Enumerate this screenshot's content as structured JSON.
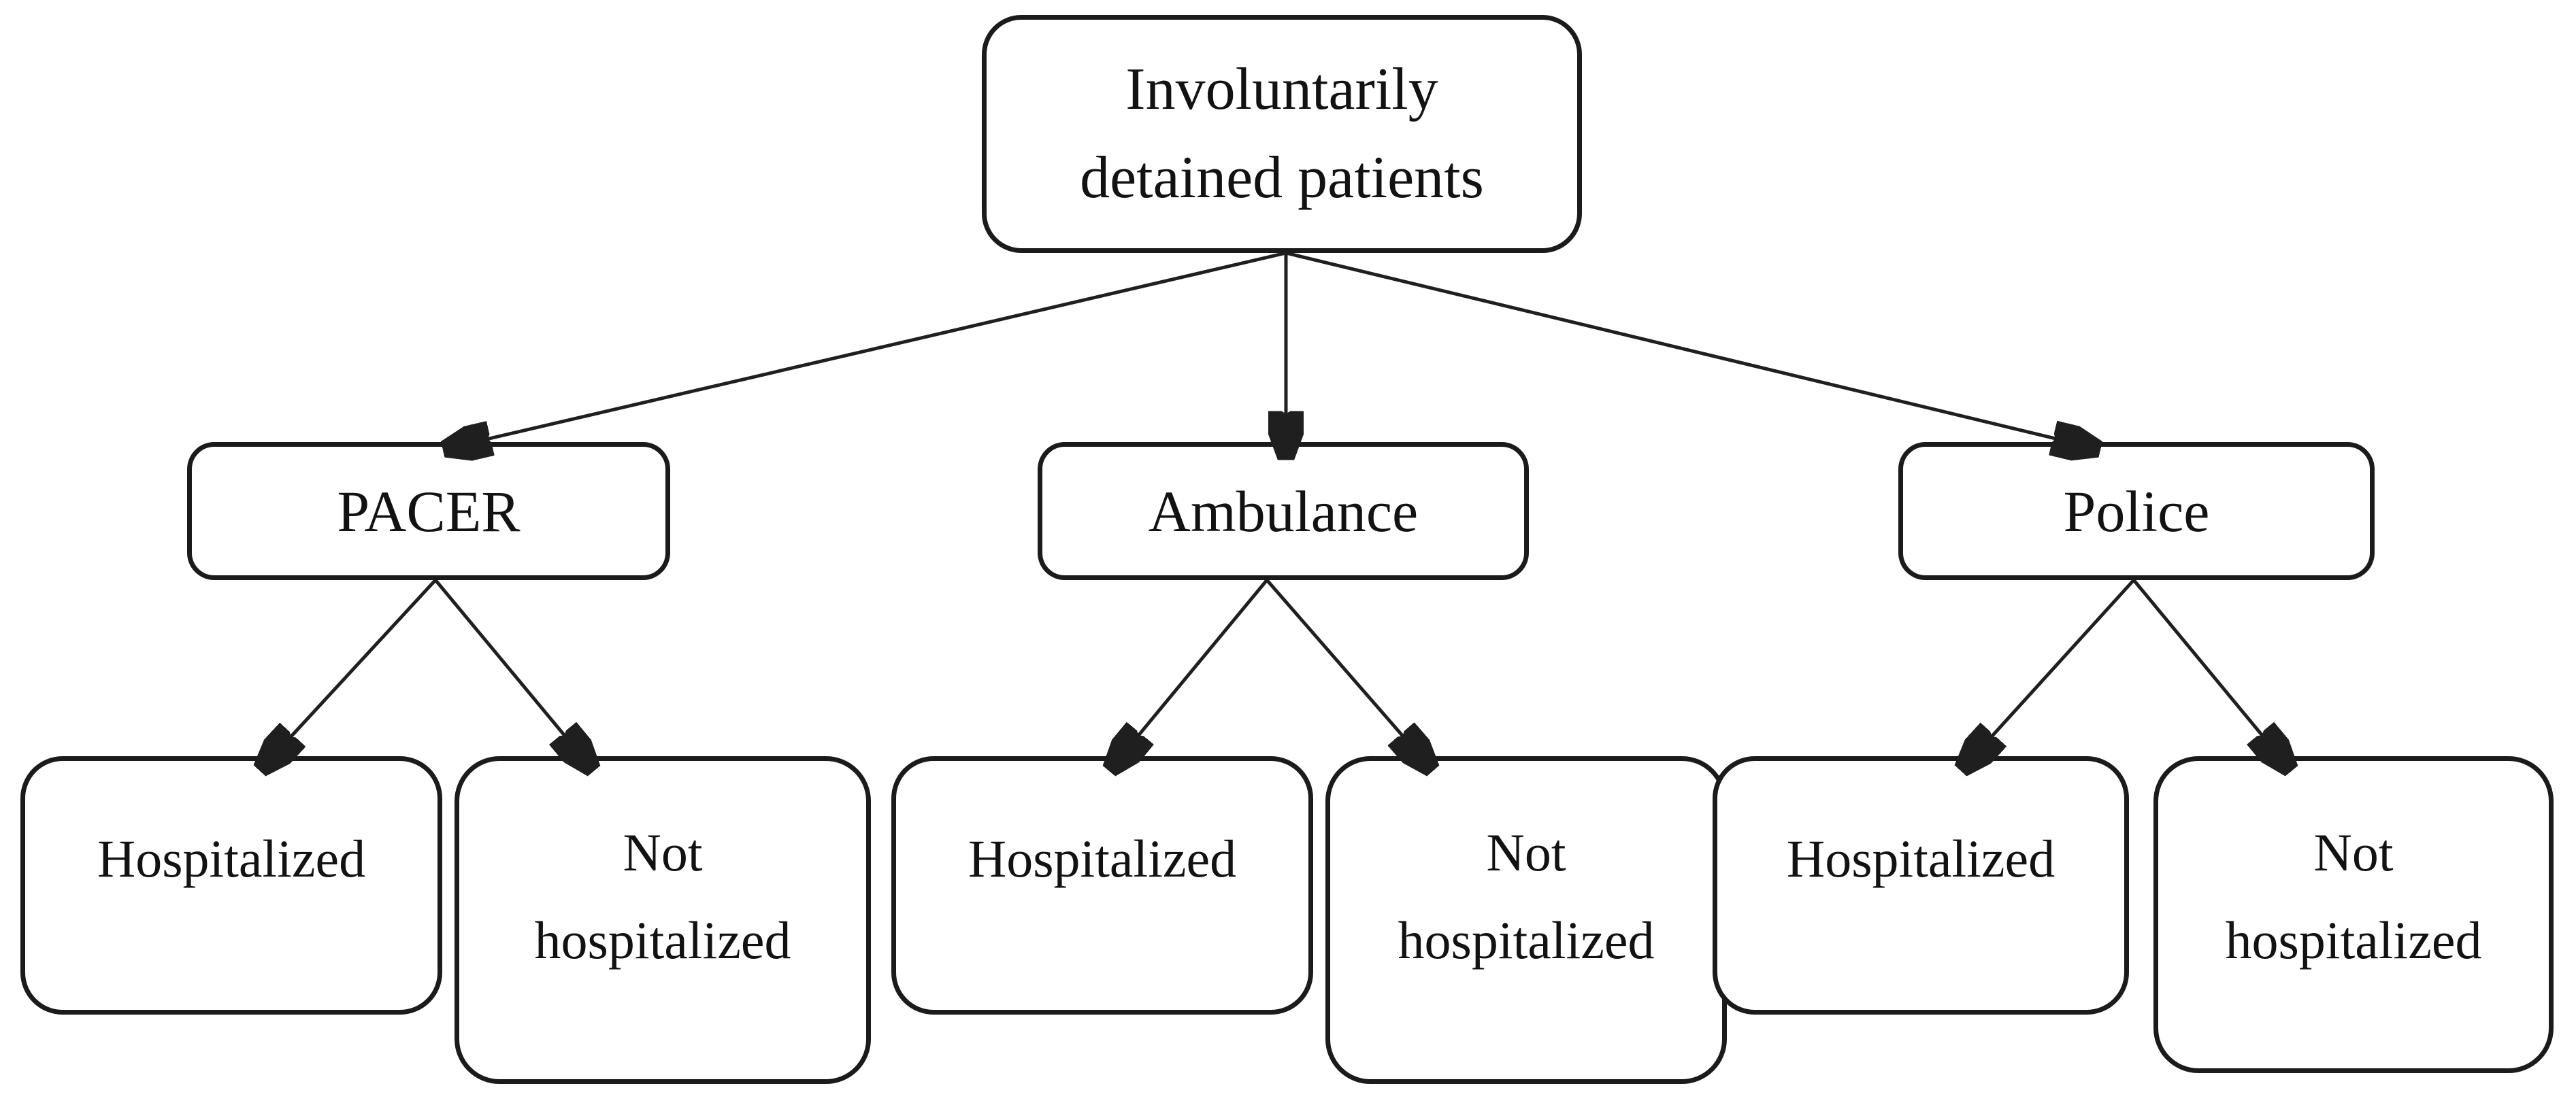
{
  "diagram": {
    "background_color": "#ffffff",
    "node_fill_color": "#ffffff",
    "node_border_color": "#1b1b1b",
    "connector_color": "#1f1f1f",
    "text_color": "#121212",
    "root": {
      "id": "root",
      "label": "Involuntarily detained patients"
    },
    "transport_modes": [
      {
        "id": "pacer",
        "label": "PACER"
      },
      {
        "id": "ambulance",
        "label": "Ambulance"
      },
      {
        "id": "police",
        "label": "Police"
      }
    ],
    "outcomes": [
      {
        "id": "pacer-hospitalized",
        "parent": "pacer",
        "label": "Hospitalized"
      },
      {
        "id": "pacer-not-hospitalized",
        "parent": "pacer",
        "label": "Not hospitalized"
      },
      {
        "id": "ambulance-hospitalized",
        "parent": "ambulance",
        "label": "Hospitalized"
      },
      {
        "id": "ambulance-not-hospitalized",
        "parent": "ambulance",
        "label": "Not hospitalized"
      },
      {
        "id": "police-hospitalized",
        "parent": "police",
        "label": "Hospitalized"
      },
      {
        "id": "police-not-hospitalized",
        "parent": "police",
        "label": "Not hospitalized"
      }
    ],
    "edges": [
      {
        "from": "root",
        "to": "pacer"
      },
      {
        "from": "root",
        "to": "ambulance"
      },
      {
        "from": "root",
        "to": "police"
      },
      {
        "from": "pacer",
        "to": "pacer-hospitalized"
      },
      {
        "from": "pacer",
        "to": "pacer-not-hospitalized"
      },
      {
        "from": "ambulance",
        "to": "ambulance-hospitalized"
      },
      {
        "from": "ambulance",
        "to": "ambulance-not-hospitalized"
      },
      {
        "from": "police",
        "to": "police-hospitalized"
      },
      {
        "from": "police",
        "to": "police-not-hospitalized"
      }
    ]
  }
}
